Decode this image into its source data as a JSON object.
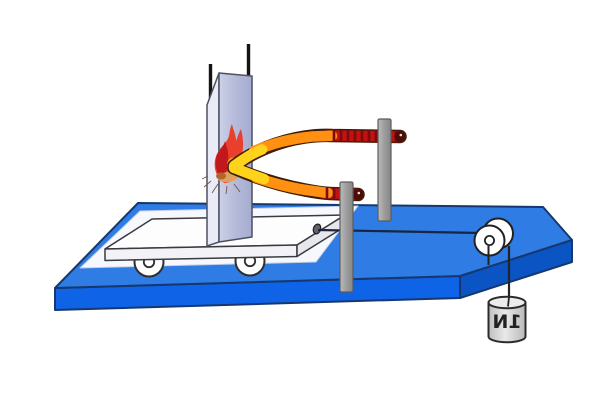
{
  "scene": {
    "weight": {
      "label": "1N",
      "mirrored": true
    }
  },
  "components": {
    "table": "blue-table-platform",
    "mat": "white-track-mat",
    "cart": "white-wheeled-cart",
    "panel": "target-board",
    "flame": "flame-icon",
    "fork": "two-pronged-heated-rod",
    "posts": "gray-support-posts",
    "pulley": "corner-pulley",
    "string": "pull-string",
    "weight": "hanging-weight-1N"
  },
  "colors": {
    "table_top": "#2E7CE4",
    "table_front": "#0E63E6",
    "table_side": "#0B54C4",
    "table_outline": "#16386E",
    "mat": "#F6F8FD",
    "cart": "#FDFDFE",
    "panel_face": "#B6BCDA",
    "panel_edge": "#E9ECF7",
    "post": "#9C9C9C",
    "rod_yellow": "#FFD21C",
    "rod_orange": "#FF9012",
    "rod_red": "#C11111",
    "rod_tip": "#4F0A0A",
    "flame_red": "#E8402A",
    "flame_core": "#C0181C",
    "flame_glow": "#FF9E1C",
    "string": "#1B2540",
    "weight_body": "#D8D8D8",
    "weight_top": "#ECECEC",
    "weight_label_color": "#222222"
  }
}
